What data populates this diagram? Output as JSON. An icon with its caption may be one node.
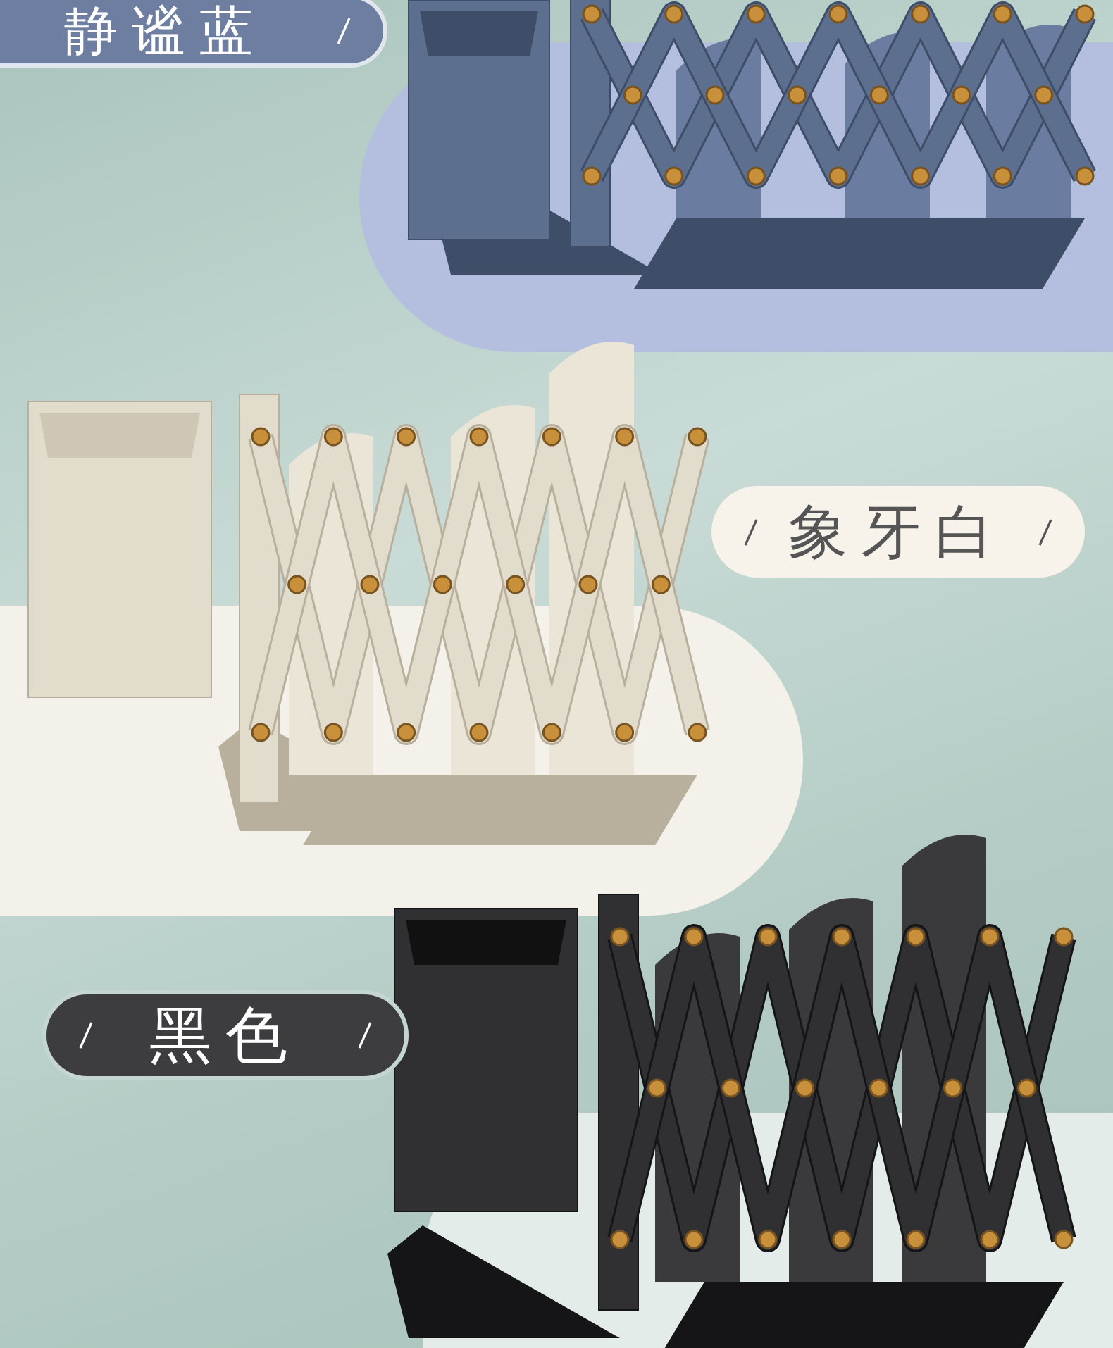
{
  "diagram": {
    "nodes": [
      {
        "text": [
          "静谧蓝"
        ]
      },
      {
        "text": [
          "象牙白"
        ]
      },
      {
        "text": [
          "黑色"
        ]
      }
    ]
  }
}
